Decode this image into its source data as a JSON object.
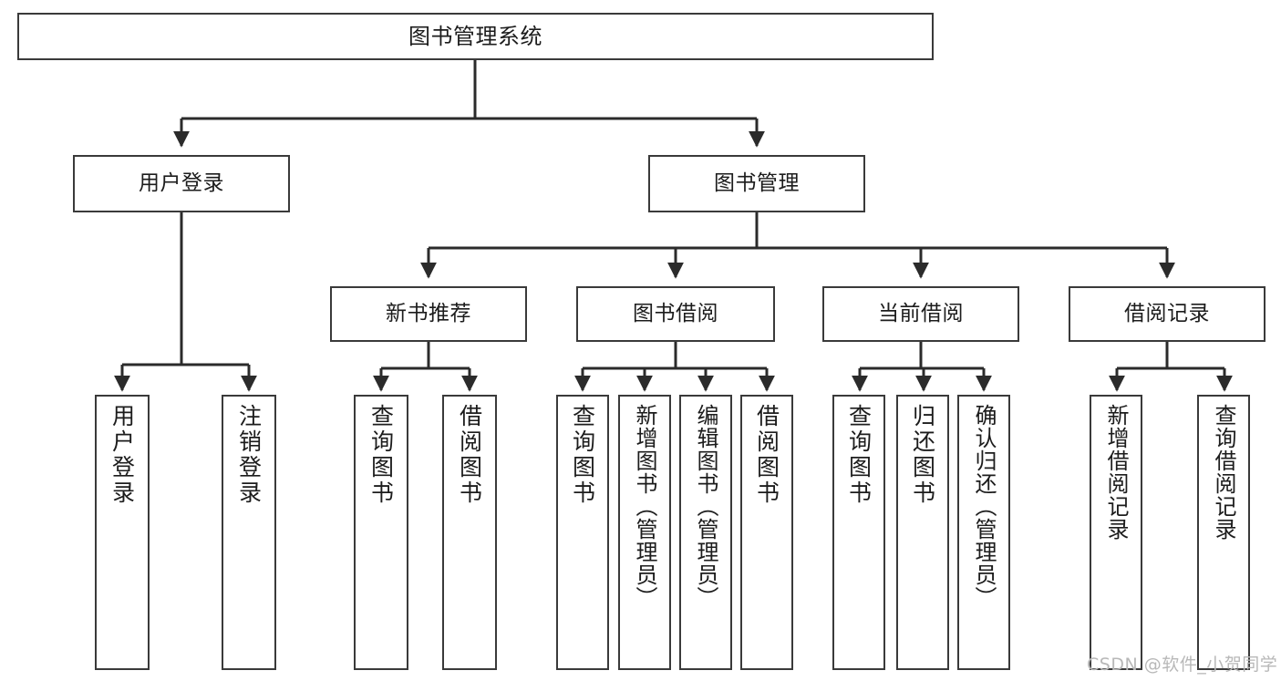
{
  "diagram": {
    "title": "图书管理系统",
    "type": "tree-hierarchy-chart",
    "colors": {
      "box_border": "#3a3a3a",
      "box_fill": "#ffffff",
      "edge": "#2b2b2b",
      "text": "#1c1c1c",
      "watermark": "#b8b8b8",
      "background": "#ffffff"
    }
  },
  "root": {
    "label": "图书管理系统"
  },
  "level2": [
    {
      "id": "user-login",
      "label": "用户登录"
    },
    {
      "id": "book-manage",
      "label": "图书管理"
    }
  ],
  "level3": [
    {
      "id": "new-book-recommend",
      "label": "新书推荐"
    },
    {
      "id": "book-borrow",
      "label": "图书借阅"
    },
    {
      "id": "current-borrow",
      "label": "当前借阅"
    },
    {
      "id": "borrow-record",
      "label": "借阅记录"
    }
  ],
  "leaves": {
    "user_login": [
      {
        "id": "leaf-user-login",
        "label": "用户登录"
      },
      {
        "id": "leaf-logout-login",
        "label": "注销登录"
      }
    ],
    "new_book_recommend": [
      {
        "id": "leaf-query-book-1",
        "label": "查询图书"
      },
      {
        "id": "leaf-borrow-book-1",
        "label": "借阅图书"
      }
    ],
    "book_borrow": [
      {
        "id": "leaf-query-book-2",
        "label": "查询图书"
      },
      {
        "id": "leaf-add-book-admin",
        "label": "新增图书（管理员）"
      },
      {
        "id": "leaf-edit-book-admin",
        "label": "编辑图书（管理员）"
      },
      {
        "id": "leaf-borrow-book-2",
        "label": "借阅图书"
      }
    ],
    "current_borrow": [
      {
        "id": "leaf-query-book-3",
        "label": "查询图书"
      },
      {
        "id": "leaf-return-book",
        "label": "归还图书"
      },
      {
        "id": "leaf-confirm-return-admin",
        "label": "确认归还（管理员）"
      }
    ],
    "borrow_record": [
      {
        "id": "leaf-add-borrow-record",
        "label": "新增借阅记录"
      },
      {
        "id": "leaf-query-borrow-record",
        "label": "查询借阅记录"
      }
    ]
  },
  "watermark": {
    "text": "CSDN @软件_小贺同学"
  }
}
